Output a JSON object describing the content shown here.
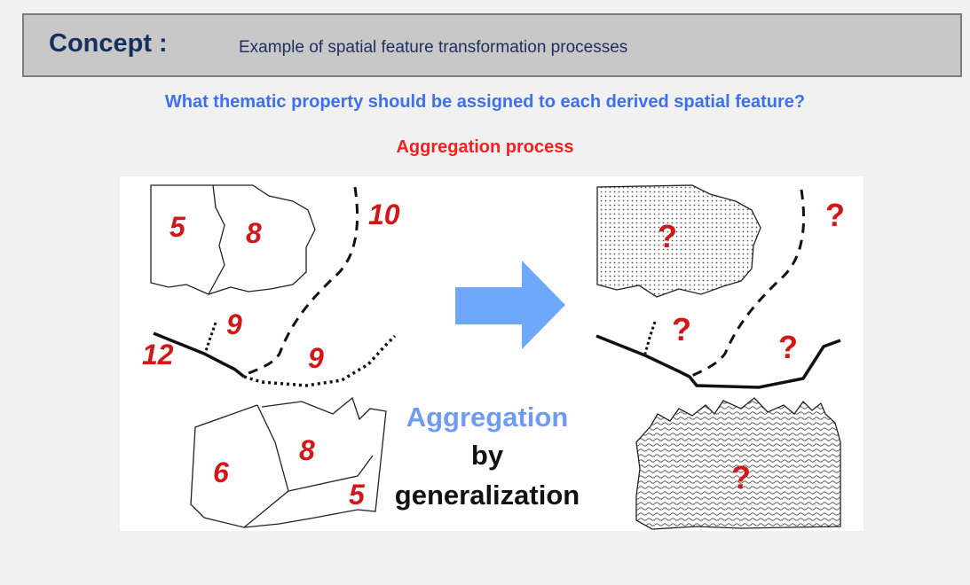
{
  "header": {
    "concept_label": "Concept :",
    "concept_description": "Example of spatial feature transformation processes"
  },
  "question": "What thematic property should be assigned to each derived spatial feature?",
  "process_title": "Aggregation process",
  "figure": {
    "left_values": {
      "top_left_poly": "5",
      "top_right_poly": "8",
      "dashed_line": "10",
      "dotted_branch": "9",
      "solid_line": "12",
      "dotted_curve": "9",
      "bottom_left_poly": "6",
      "bottom_mid_poly": "8",
      "bottom_right_poly": "5"
    },
    "right_values": {
      "merged_top_poly": "?",
      "dashed_line": "?",
      "dotted_branch": "?",
      "merged_line": "?",
      "merged_bottom_poly": "?"
    },
    "caption_line1": "Aggregation",
    "caption_line2": "by",
    "caption_line3": "generalization",
    "arrow_color": "#6ea8fa",
    "value_color": "#d01818",
    "caption_accent_color": "#6d9cf2"
  }
}
